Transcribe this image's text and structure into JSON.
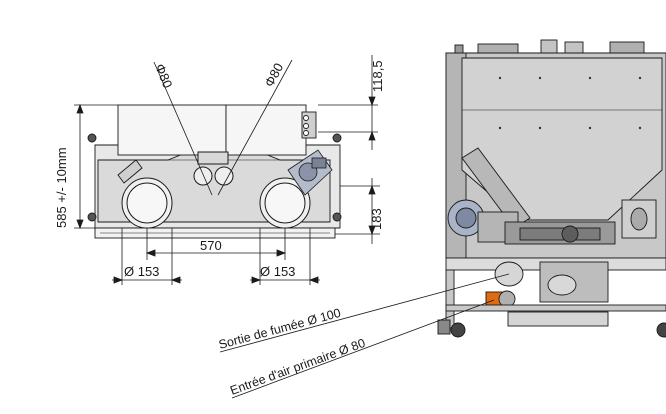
{
  "dimensions": {
    "height_total": "585 +/- 10mm",
    "top_offset": "118,5",
    "side_offset": "183",
    "width_between": "570",
    "pipe_left": "Φ80",
    "pipe_right": "Φ80",
    "dia_left": "Ø 153",
    "dia_right": "Ø 153"
  },
  "annotations": {
    "smoke_outlet": "Sortie de fumée Ø 100",
    "primary_air_inlet": "Entrée d'air primaire Ø 80"
  },
  "colors": {
    "line": "#1a1a1a",
    "panel_light": "#e8e8e8",
    "panel_mid": "#c8c8c8",
    "panel_dark": "#8c8c8c",
    "panel_white": "#f6f6f6",
    "accent_orange": "#e06a10",
    "accent_blue": "#5a7fb0"
  }
}
